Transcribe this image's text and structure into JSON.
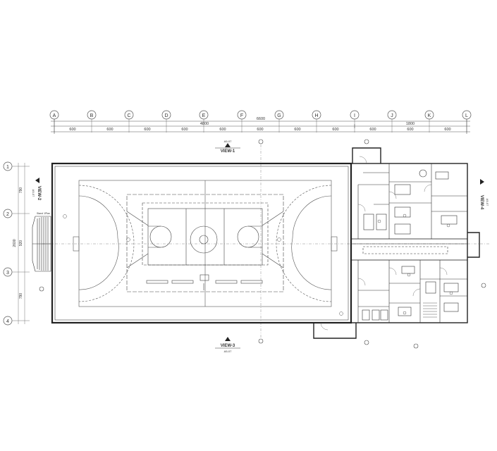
{
  "drawing": {
    "grid_columns": [
      "A",
      "B",
      "C",
      "D",
      "E",
      "F",
      "G",
      "H",
      "I",
      "J",
      "K",
      "L"
    ],
    "grid_rows": [
      "1",
      "2",
      "3",
      "4"
    ],
    "overall_dimension": "6600",
    "sub_dimensions": [
      "4800",
      "1800"
    ],
    "bay_dimensions": [
      "600",
      "600",
      "600",
      "600",
      "600",
      "600",
      "600",
      "600",
      "600",
      "600",
      "600"
    ],
    "left_dimensions": [
      "790",
      "2600",
      "920",
      "790"
    ],
    "views": {
      "top": {
        "label": "VIEW-1",
        "ref": "A5-07"
      },
      "bottom": {
        "label": "VIEW-3",
        "ref": "A5-07"
      },
      "left": {
        "label": "VIEW-2",
        "ref": "A5-07"
      },
      "right": {
        "label": "VIEW-4",
        "ref": "A5-07"
      }
    },
    "stand_label": "Stand 1Plan",
    "colors": {
      "line": "#3a3a3a",
      "fine": "#6f6f6f",
      "dash": "#555555",
      "wall": "#222222"
    }
  }
}
